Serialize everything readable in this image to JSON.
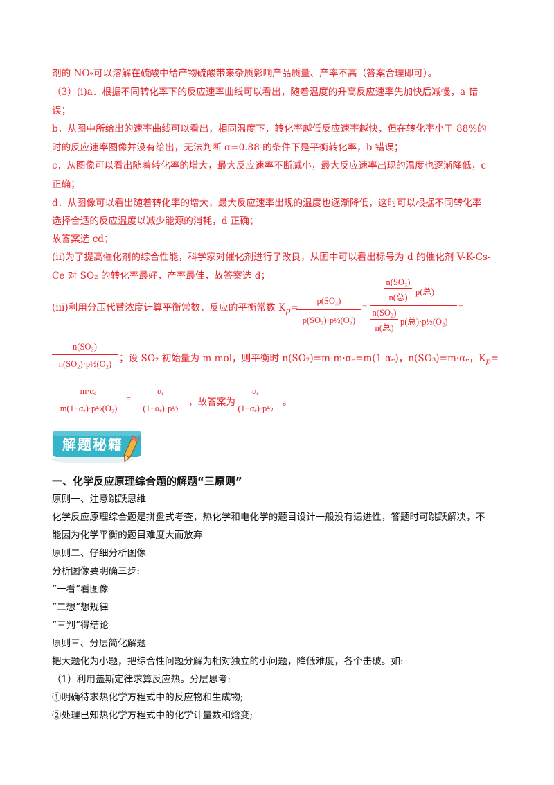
{
  "answer_section": {
    "line_1": "剂的 NO₂可以溶解在硫酸中给产物硫酸带来杂质影响产品质量、产率不高（答案合理即可）。",
    "line_2": "（3）(i)a．根据不同转化率下的反应速率曲线可以看出，随着温度的升高反应速率先加快后减慢，a 错",
    "line_3": "误；",
    "line_4": "b．从图中所给出的速率曲线可以看出，相同温度下，转化率越低反应速率越快，但在转化率小于 88%的",
    "line_5": "时的反应速率图像并没有给出，无法判断 α=0.88 的条件下是平衡转化率，b 错误；",
    "line_6": "c．从图像可以看出随着转化率的增大，最大反应速率不断减小，最大反应速率出现的温度也逐渐降低，c",
    "line_7": "正确；",
    "line_8": "d．从图像可以看出随着转化率的增大，最大反应速率出现的温度也逐渐降低，这时可以根据不同转化率",
    "line_9": "选择合适的反应温度以减少能源的消耗，d 正确；",
    "line_10": "故答案选 cd；",
    "line_11": "(ii)为了提高催化剂的综合性能，科学家对催化剂进行了改良，从图中可以看出标号为 d 的催化剂 V-K-Cs-",
    "line_12": "Ce 对 SO₂ 的转化率最好，产率最佳，故答案选 d；",
    "line_13_prefix": "(iii)利用分压代替浓度计算平衡常数，反应的平衡常数 K",
    "line_13_sub": "p",
    "line_13_eq": "=",
    "line_14_text": "；设 SO₂ 初始量为 m  mol，则平衡时 n(SO₂)=m-m·αₑ=m(1-αₑ)，n(SO₃)=m·αₑ，K",
    "line_14_sub": "p",
    "line_14_eq": "=",
    "line_15_text": "，故答案为",
    "line_15_end": "。"
  },
  "math": {
    "p_so3": "p(SO₃)",
    "p_den": "p(SO₂)·p½(O₂)",
    "n_so3": "n(SO₃)",
    "n_total": "n(总)",
    "p_total": "p(总)",
    "n_so2": "n(SO₂)",
    "p_total_half": "p(总)·p½(O₂)",
    "n_den": "n(SO₂)·p½(O₂)",
    "m_alpha": "m·αₑ",
    "m_den": "m(1−αₑ)·p½(O₂)",
    "alpha": "αₑ",
    "alpha_den": "(1−αₑ)·p½"
  },
  "badge": {
    "label": "解题秘籍",
    "color": "#35b5c9"
  },
  "secret_section": {
    "heading": "一、化学反应原理综合题的解题“三原则”",
    "p1": "原则一、注意跳跃思维",
    "p2": "化学反应原理综合题是拼盘式考查，热化学和电化学的题目设计一般没有递进性，答题时可跳跃解决，不",
    "p3": "能因为化学平衡的题目难度大而放弃",
    "p4": "原则二、仔细分析图像",
    "p5": "分析图像要明确三步:",
    "p6": "“一看”看图像",
    "p7": "“二想”想规律",
    "p8": "“三判”得结论",
    "p9": "原则三、分层简化解题",
    "p10": "把大题化为小题，把综合性问题分解为相对独立的小问题，降低难度，各个击破。如:",
    "p11": "（1）利用盖斯定律求算反应热。分层思考:",
    "p12": "①明确待求热化学方程式中的反应物和生成物;",
    "p13": "②处理已知热化学方程式中的化学计量数和焓变;"
  },
  "colors": {
    "answer_red": "#e8232a",
    "body_text": "#111111"
  }
}
